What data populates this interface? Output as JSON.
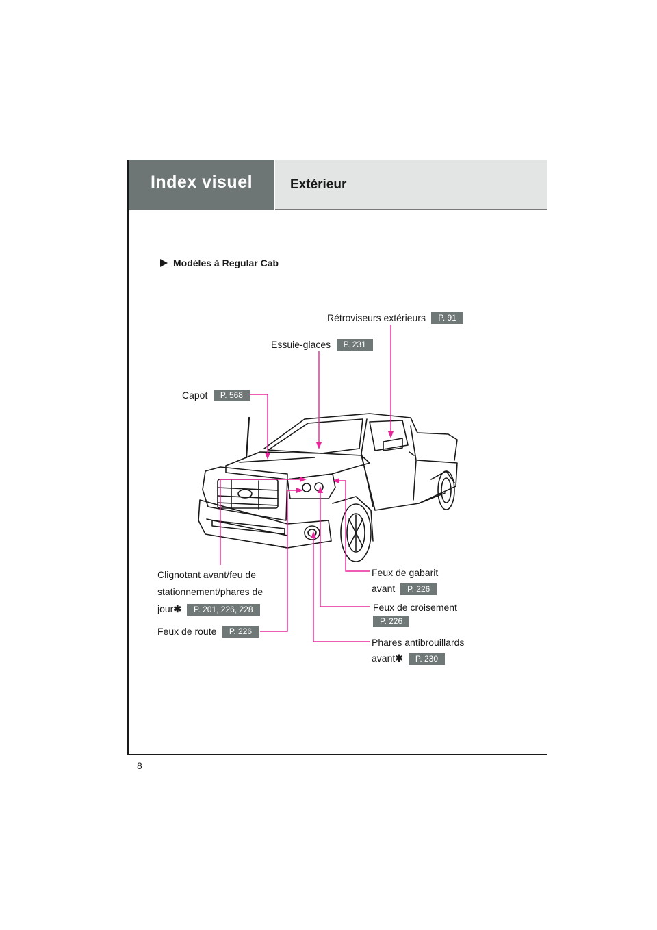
{
  "header": {
    "title": "Index visuel",
    "subtitle": "Extérieur"
  },
  "section_title": "Modèles à Regular Cab",
  "callouts": {
    "retroviseurs": {
      "label": "Rétroviseurs extérieurs",
      "ref": "P. 91"
    },
    "essuie_glaces": {
      "label": "Essuie-glaces",
      "ref": "P. 231"
    },
    "capot": {
      "label": "Capot",
      "ref": "P. 568"
    },
    "clignotant": {
      "line1": "Clignotant avant/feu de",
      "line2": "stationnement/phares de",
      "line3": "jour",
      "asterisk": "✱",
      "ref": "P. 201, 226, 228"
    },
    "feux_route": {
      "label": "Feux de route",
      "ref": "P. 226"
    },
    "feux_gabarit": {
      "line1": "Feux de gabarit",
      "line2": "avant",
      "ref": "P. 226"
    },
    "feux_croisement": {
      "label": "Feux de croisement",
      "ref": "P. 226"
    },
    "antibrouillards": {
      "line1": "Phares antibrouillards",
      "line2": "avant",
      "asterisk": "✱",
      "ref": "P. 230"
    }
  },
  "page_number": "8",
  "colors": {
    "header_dark": "#6d7675",
    "header_light": "#e3e4e4",
    "leader": "#e8269a",
    "pill": "#6f7877"
  }
}
